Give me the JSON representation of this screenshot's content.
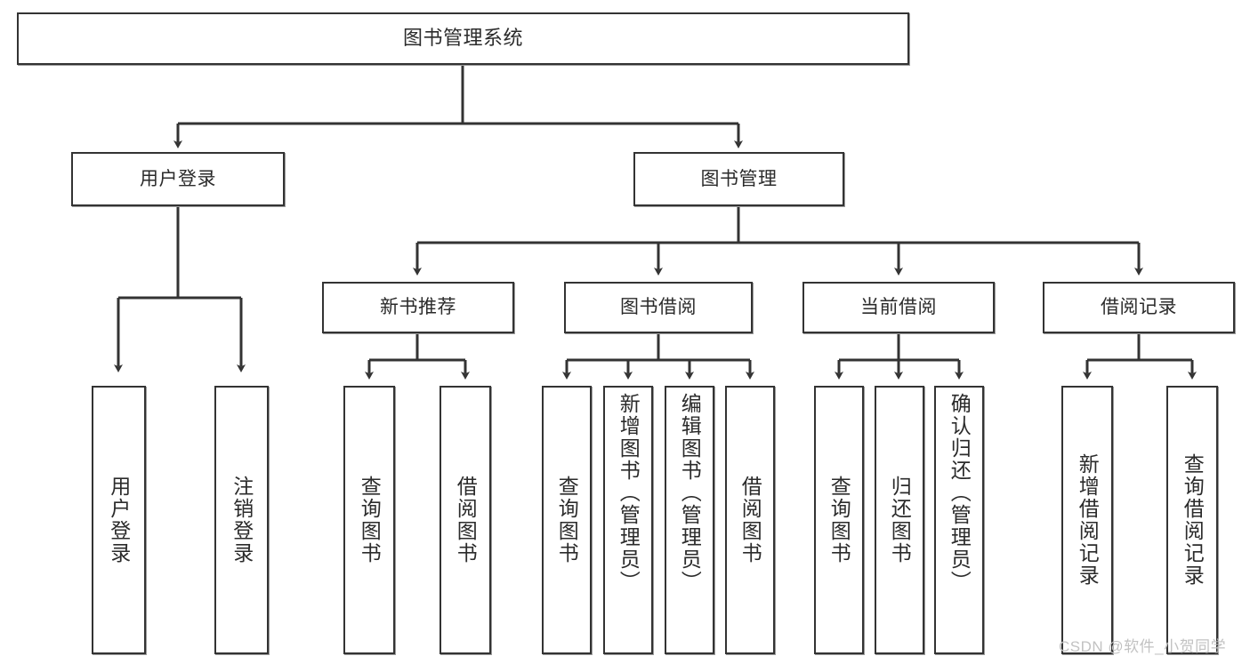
{
  "diagram": {
    "type": "tree",
    "title": "图书管理系统",
    "watermark": "CSDN @软件_小贺同学",
    "colors": {
      "box_border": "#333333",
      "box_fill": "#ffffff",
      "connector": "#333333",
      "text": "#2b2b2b",
      "watermark": "#c2c2c2"
    },
    "nodes": {
      "root": {
        "label": "图书管理系统"
      },
      "level1": [
        {
          "label": "用户登录"
        },
        {
          "label": "图书管理"
        }
      ],
      "level2": [
        {
          "label": "新书推荐"
        },
        {
          "label": "图书借阅"
        },
        {
          "label": "当前借阅"
        },
        {
          "label": "借阅记录"
        }
      ],
      "leaves": {
        "user_login": [
          {
            "label": "用户登录"
          },
          {
            "label": "注销登录"
          }
        ],
        "new_book": [
          {
            "label": "查询图书"
          },
          {
            "label": "借阅图书"
          }
        ],
        "book_borrow": [
          {
            "label": "查询图书"
          },
          {
            "label": "新增图书（管理员）"
          },
          {
            "label": "编辑图书（管理员）"
          },
          {
            "label": "借阅图书"
          }
        ],
        "current_borrow": [
          {
            "label": "查询图书"
          },
          {
            "label": "归还图书"
          },
          {
            "label": "确认归还（管理员）"
          }
        ],
        "borrow_record": [
          {
            "label": "新增借阅记录"
          },
          {
            "label": "查询借阅记录"
          }
        ]
      }
    }
  }
}
